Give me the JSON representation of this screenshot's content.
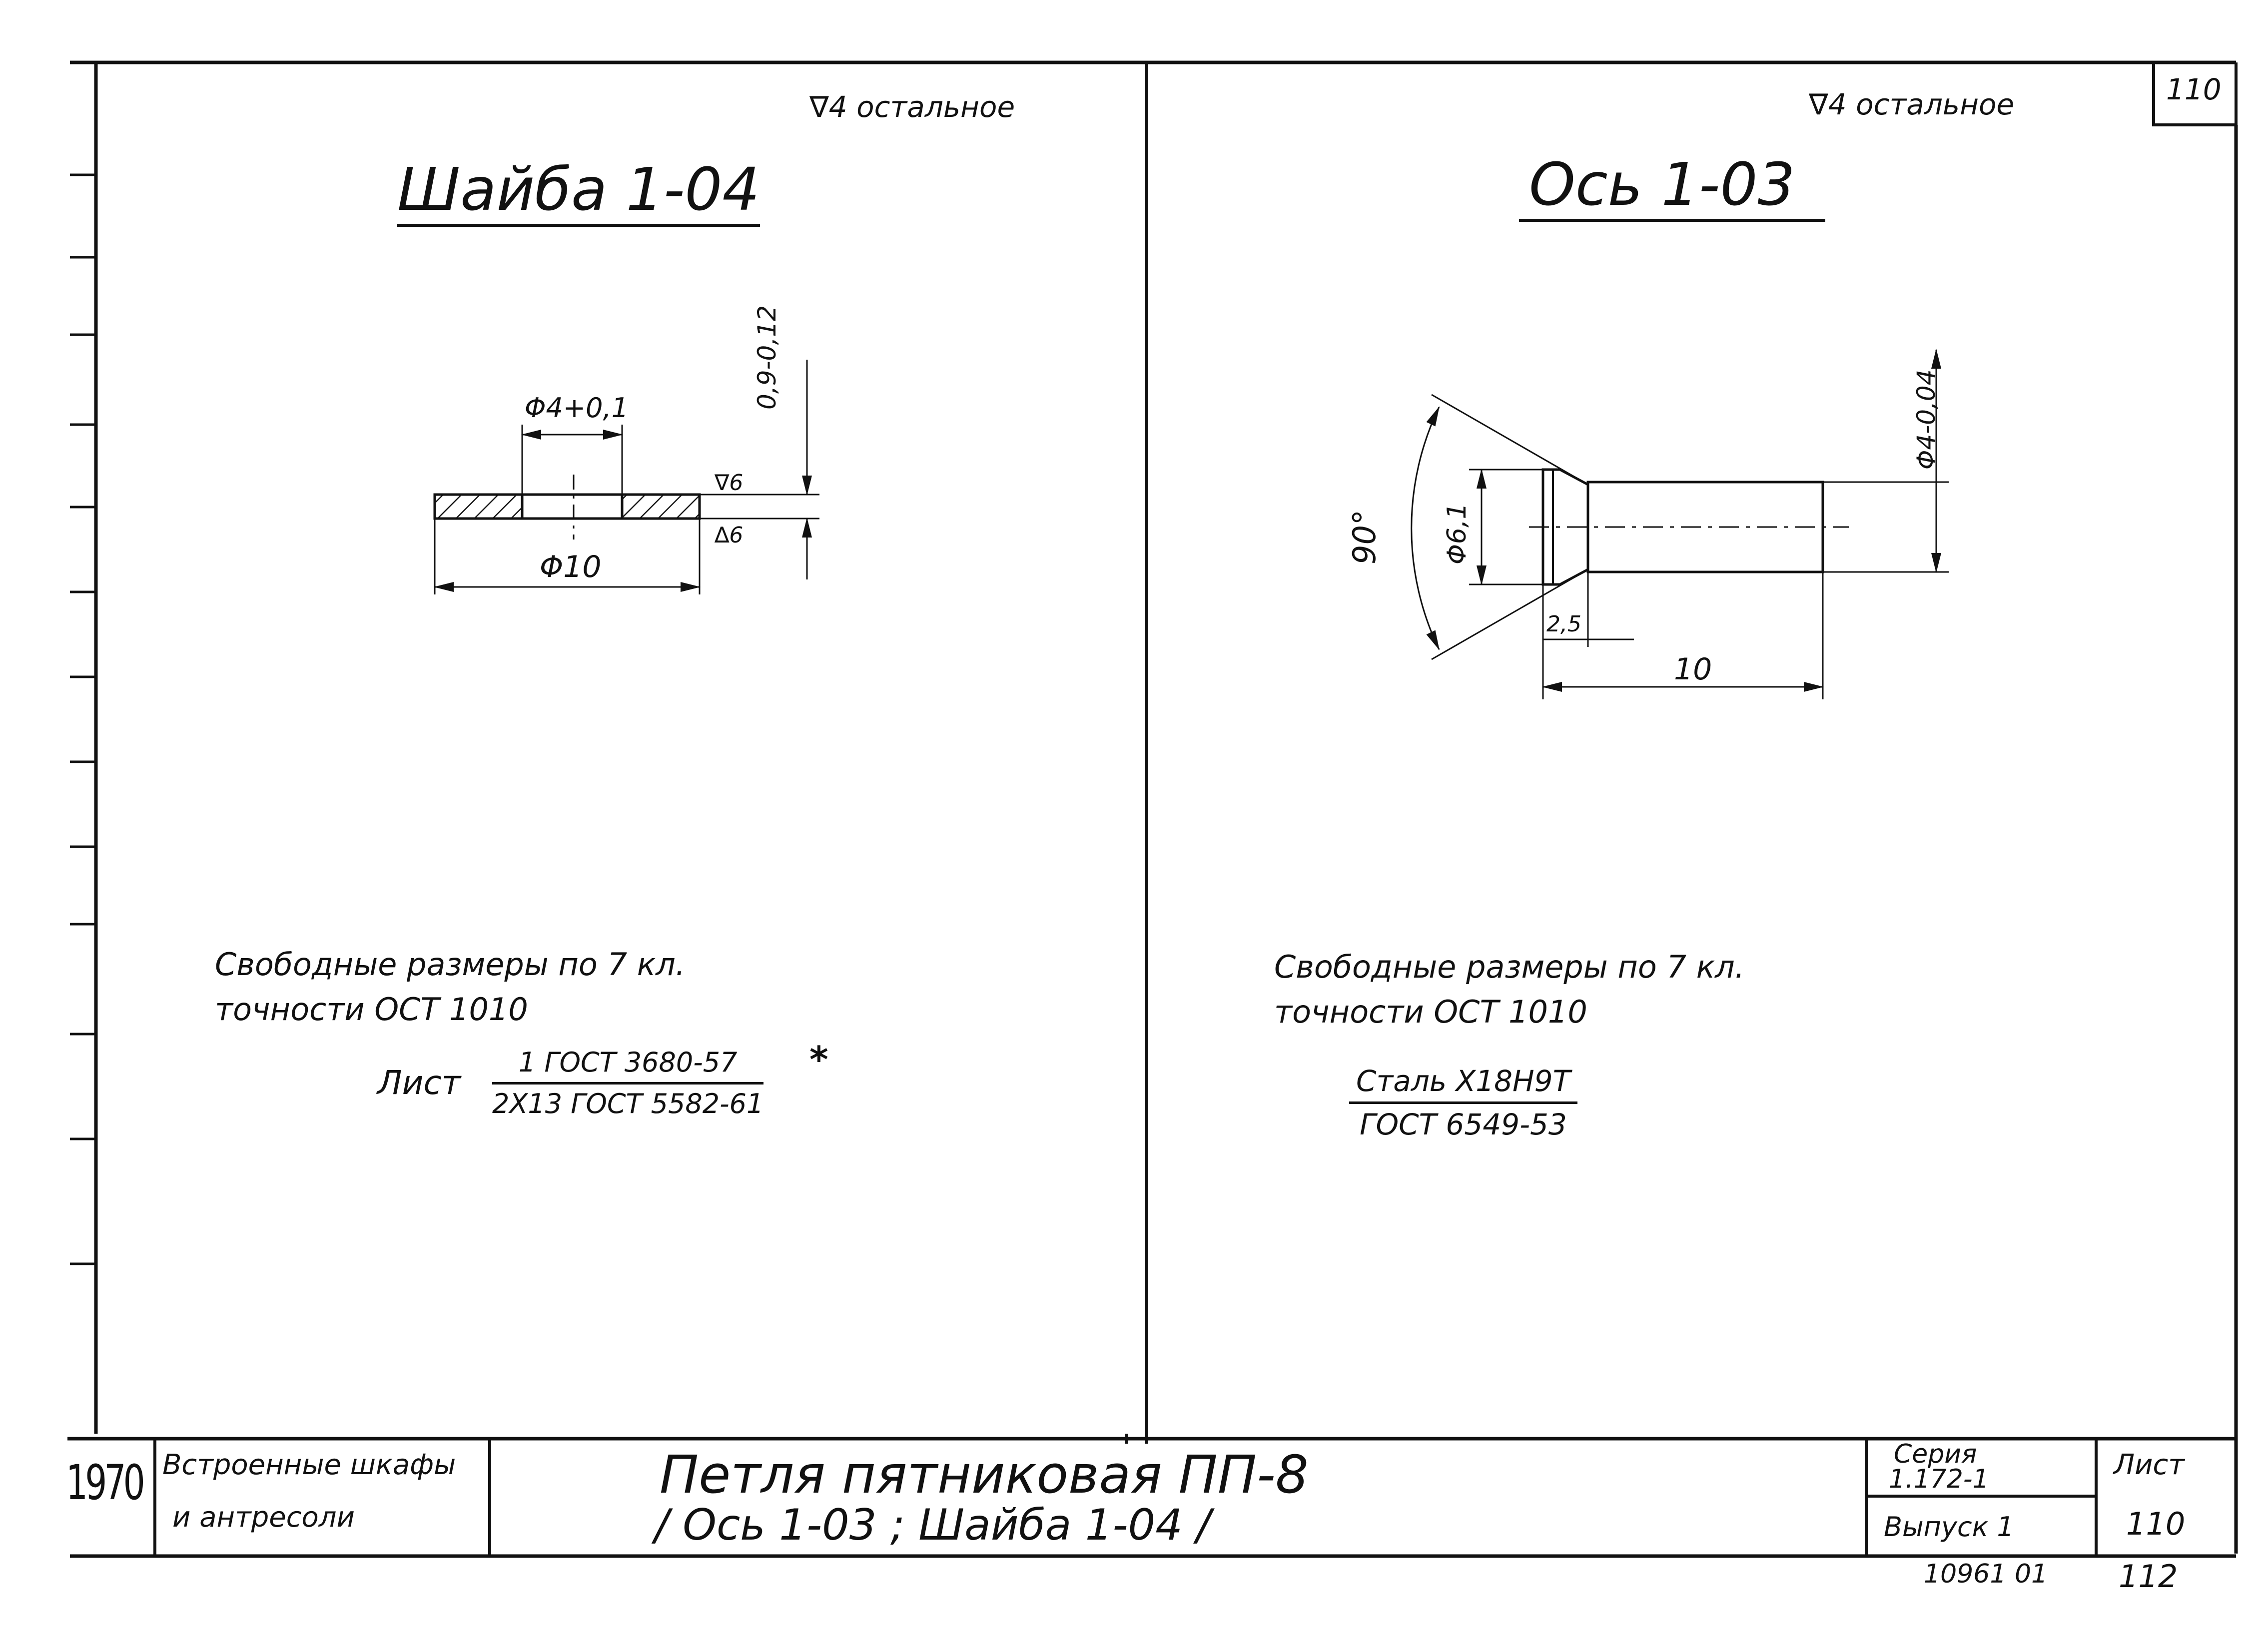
{
  "page_number": "110",
  "left": {
    "surface_note": "∇4 остальное",
    "title": "Шайба 1-04",
    "dim_inner": "Φ4+0,1",
    "dim_thickness": "0,9-0,12",
    "dim_outer": "Φ10",
    "rough_top": "∇6",
    "rough_bottom": "∆6",
    "note_line1": "Свободные размеры по 7 кл.",
    "note_line2": "точности ОСТ 1010",
    "material_prefix": "Лист",
    "material_top": "1 ГОСТ 3680-57",
    "material_star": "*",
    "material_bottom": "2Х13 ГОСТ 5582-61"
  },
  "right": {
    "surface_note": "∇4 остальное",
    "title": "Ось 1-03",
    "dim_shaft": "Φ4-0,04",
    "dim_head": "Φ6,1",
    "dim_angle": "90°",
    "dim_head_len": "2,5",
    "dim_length": "10",
    "note_line1": "Свободные размеры по 7 кл.",
    "note_line2": "точности ОСТ 1010",
    "material_top": "Сталь Х18Н9Т",
    "material_bottom": "ГОСТ 6549-53"
  },
  "title_block": {
    "year": "1970",
    "project_line1": "Встроенные шкафы",
    "project_line2": "и антресоли",
    "name_line1": "Петля пятниковая ПП-8",
    "name_line2": "/ Ось 1-03 ; Шайба 1-04 /",
    "series_label": "Серия",
    "series_value": "1.172-1",
    "issue": "Выпуск 1",
    "sheet_label": "Лист",
    "sheet_value": "110"
  },
  "footer": {
    "code": "10961 01",
    "page": "112"
  },
  "colors": {
    "ink": "#111111",
    "paper": "#ffffff"
  }
}
